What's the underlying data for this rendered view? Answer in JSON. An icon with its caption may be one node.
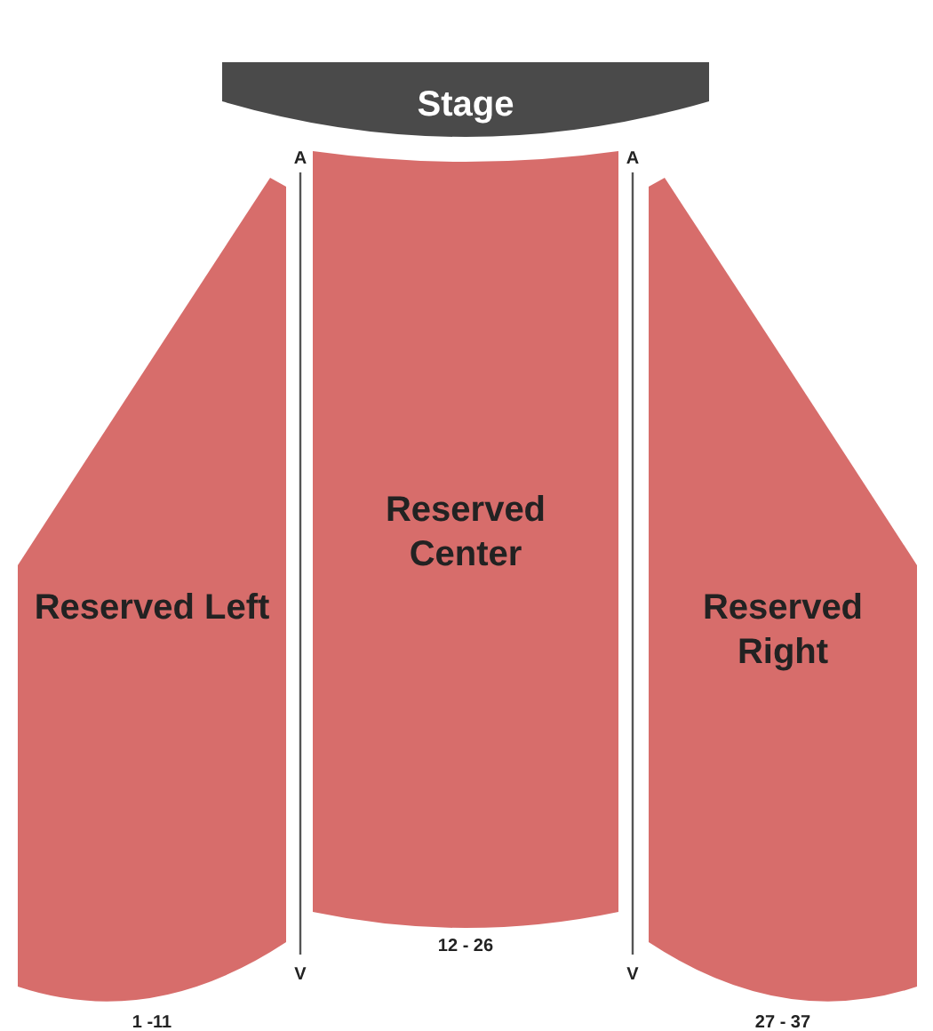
{
  "diagram": {
    "nodes": [
      {
        "text": [
          "Stage"
        ]
      },
      {
        "text": [
          "Reserved Center"
        ],
        "beside": [
          "12 - 26"
        ]
      },
      {
        "text": [
          "Reserved Left"
        ],
        "beside": [
          "1 -11"
        ]
      },
      {
        "text": [
          "Reserved Right"
        ],
        "beside": [
          "27 - 37"
        ]
      }
    ],
    "labels": [
      "A",
      "A",
      "V",
      "V"
    ]
  }
}
